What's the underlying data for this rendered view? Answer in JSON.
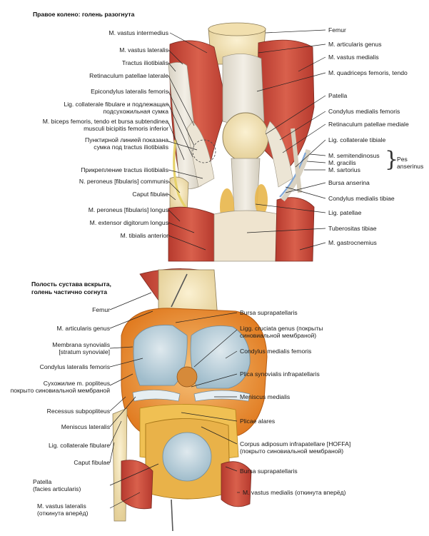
{
  "heading_top": "Правое колено: голень разогнута",
  "heading_bottom": [
    "Полость сустава вскрыта,",
    "голень частично согнута"
  ],
  "top_left": [
    "M. vastus intermedius",
    "M. vastus lateralis",
    "Tractus iliotibialis",
    "Retinaculum patellae laterale",
    "Epicondylus lateralis femoris",
    "Lig. collaterale fibulare и подлежащая",
    "подсухожильная сумка",
    "M. biceps femoris, tendo et bursa subtendinea",
    "musculi bicipitis femoris inferior",
    "Пунктирной линией показана",
    "сумка под tractus iliotibialis",
    "Прикрепление tractus iliotibialis",
    "N. peroneus [fibularis] communis",
    "Caput fibulae",
    "M. peroneus [fibularis] longus",
    "M. extensor digitorum longus",
    "M. tibialis anterior"
  ],
  "top_right": [
    "Femur",
    "M. articularis genus",
    "M. vastus medialis",
    "M. quadriceps femoris, tendo",
    "Patella",
    "Condylus medialis femoris",
    "Retinaculum patellae mediale",
    "Lig. collaterale tibiale",
    "M. semitendinosus",
    "M. gracilis",
    "M. sartorius",
    "Bursa anserina",
    "Condylus medialis tibiae",
    "Lig. patellae",
    "Tuberositas tibiae",
    "M. gastrocnemius"
  ],
  "pes_anserinus": [
    "Pes",
    "anserinus"
  ],
  "bottom_left": [
    "Femur",
    "M. articularis genus",
    "Membrana synovialis",
    "[stratum synoviale]",
    "Condylus lateralis femoris",
    "Сухожилие m. popliteus",
    "покрыто синовиальной мембраной",
    "Recessus subpopliteus",
    "Meniscus lateralis",
    "Lig. collaterale fibulare",
    "Caput fibulae",
    "Patella",
    "(facies articularis)",
    "M. vastus lateralis",
    "(откинута вперёд)"
  ],
  "bottom_right": [
    "Bursa suprapatellaris",
    "Ligg. cruciata genus (покрыты",
    "синовиальной мембраной)",
    "Condylus medialis femoris",
    "Plica synovialis infrapatellaris",
    "Meniscus medialis",
    "Plicae alares",
    "Corpus adiposum infrapatellare [HOFFA]",
    "(покрыто синовиальной мембраной)",
    "Bursa suprapatellaris",
    "M. vastus medialis (откинута вперёд)"
  ],
  "colors": {
    "muscle": "#c94a3c",
    "muscle_light": "#e08a78",
    "tendon": "#e9e3d6",
    "bone": "#efe1b8",
    "fat": "#e8b64a",
    "synovial": "#e88a2a",
    "cartilage": "#a9c3cf",
    "nerve": "#e6d26a",
    "vessel": "#7fa6d6"
  }
}
